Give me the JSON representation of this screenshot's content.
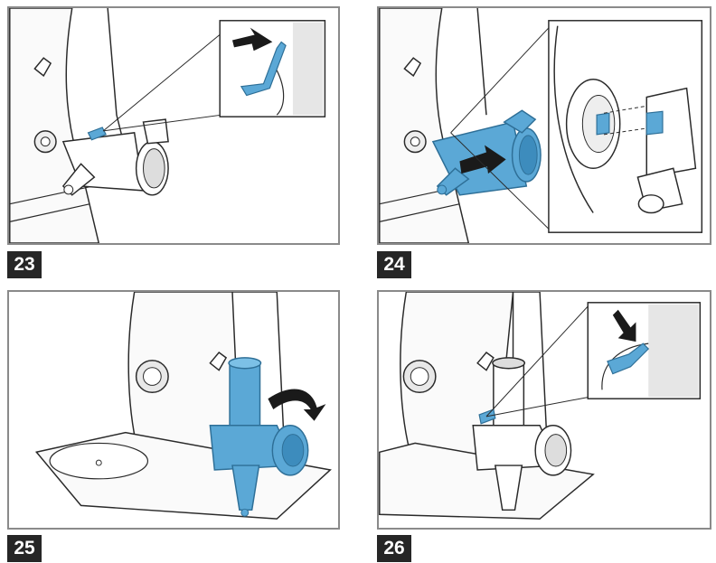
{
  "steps": [
    {
      "number": "23"
    },
    {
      "number": "24"
    },
    {
      "number": "25"
    },
    {
      "number": "26"
    }
  ],
  "colors": {
    "accent_blue": "#5ba8d6",
    "accent_blue_dark": "#2e6f97",
    "outline": "#2a2a2a",
    "frame": "#8a8a8a",
    "badge_bg": "#262626"
  }
}
